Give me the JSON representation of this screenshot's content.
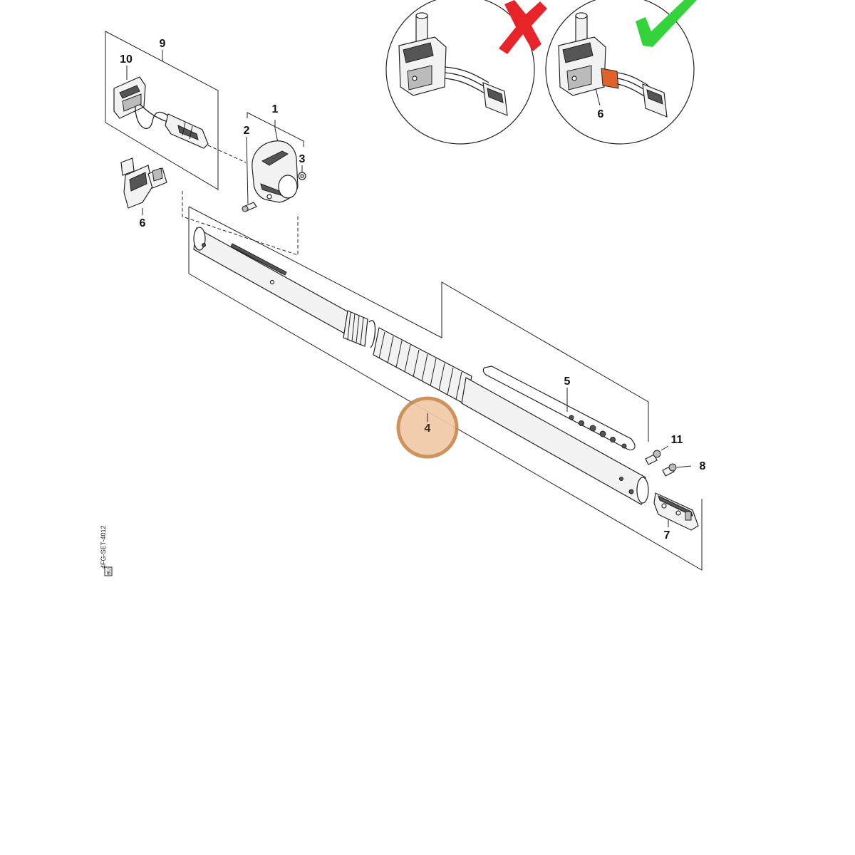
{
  "diagram": {
    "callouts": {
      "c1": "1",
      "c2": "2",
      "c3": "3",
      "c4": "4",
      "c5": "5",
      "c6a": "6",
      "c6b": "6",
      "c7": "7",
      "c8": "8",
      "c9": "9",
      "c10": "10",
      "c11": "11"
    },
    "drawing_code": "4FG-SET-4012",
    "drawing_code_tag": "BU",
    "colors": {
      "highlight_fill": "#f0c9a7",
      "highlight_ring": "#c98a50",
      "wrong_mark": "#e8242b",
      "right_mark": "#34d33c",
      "sleeve": "#e0622a"
    },
    "icons": [
      "wrong-cross-icon",
      "correct-check-icon"
    ]
  }
}
